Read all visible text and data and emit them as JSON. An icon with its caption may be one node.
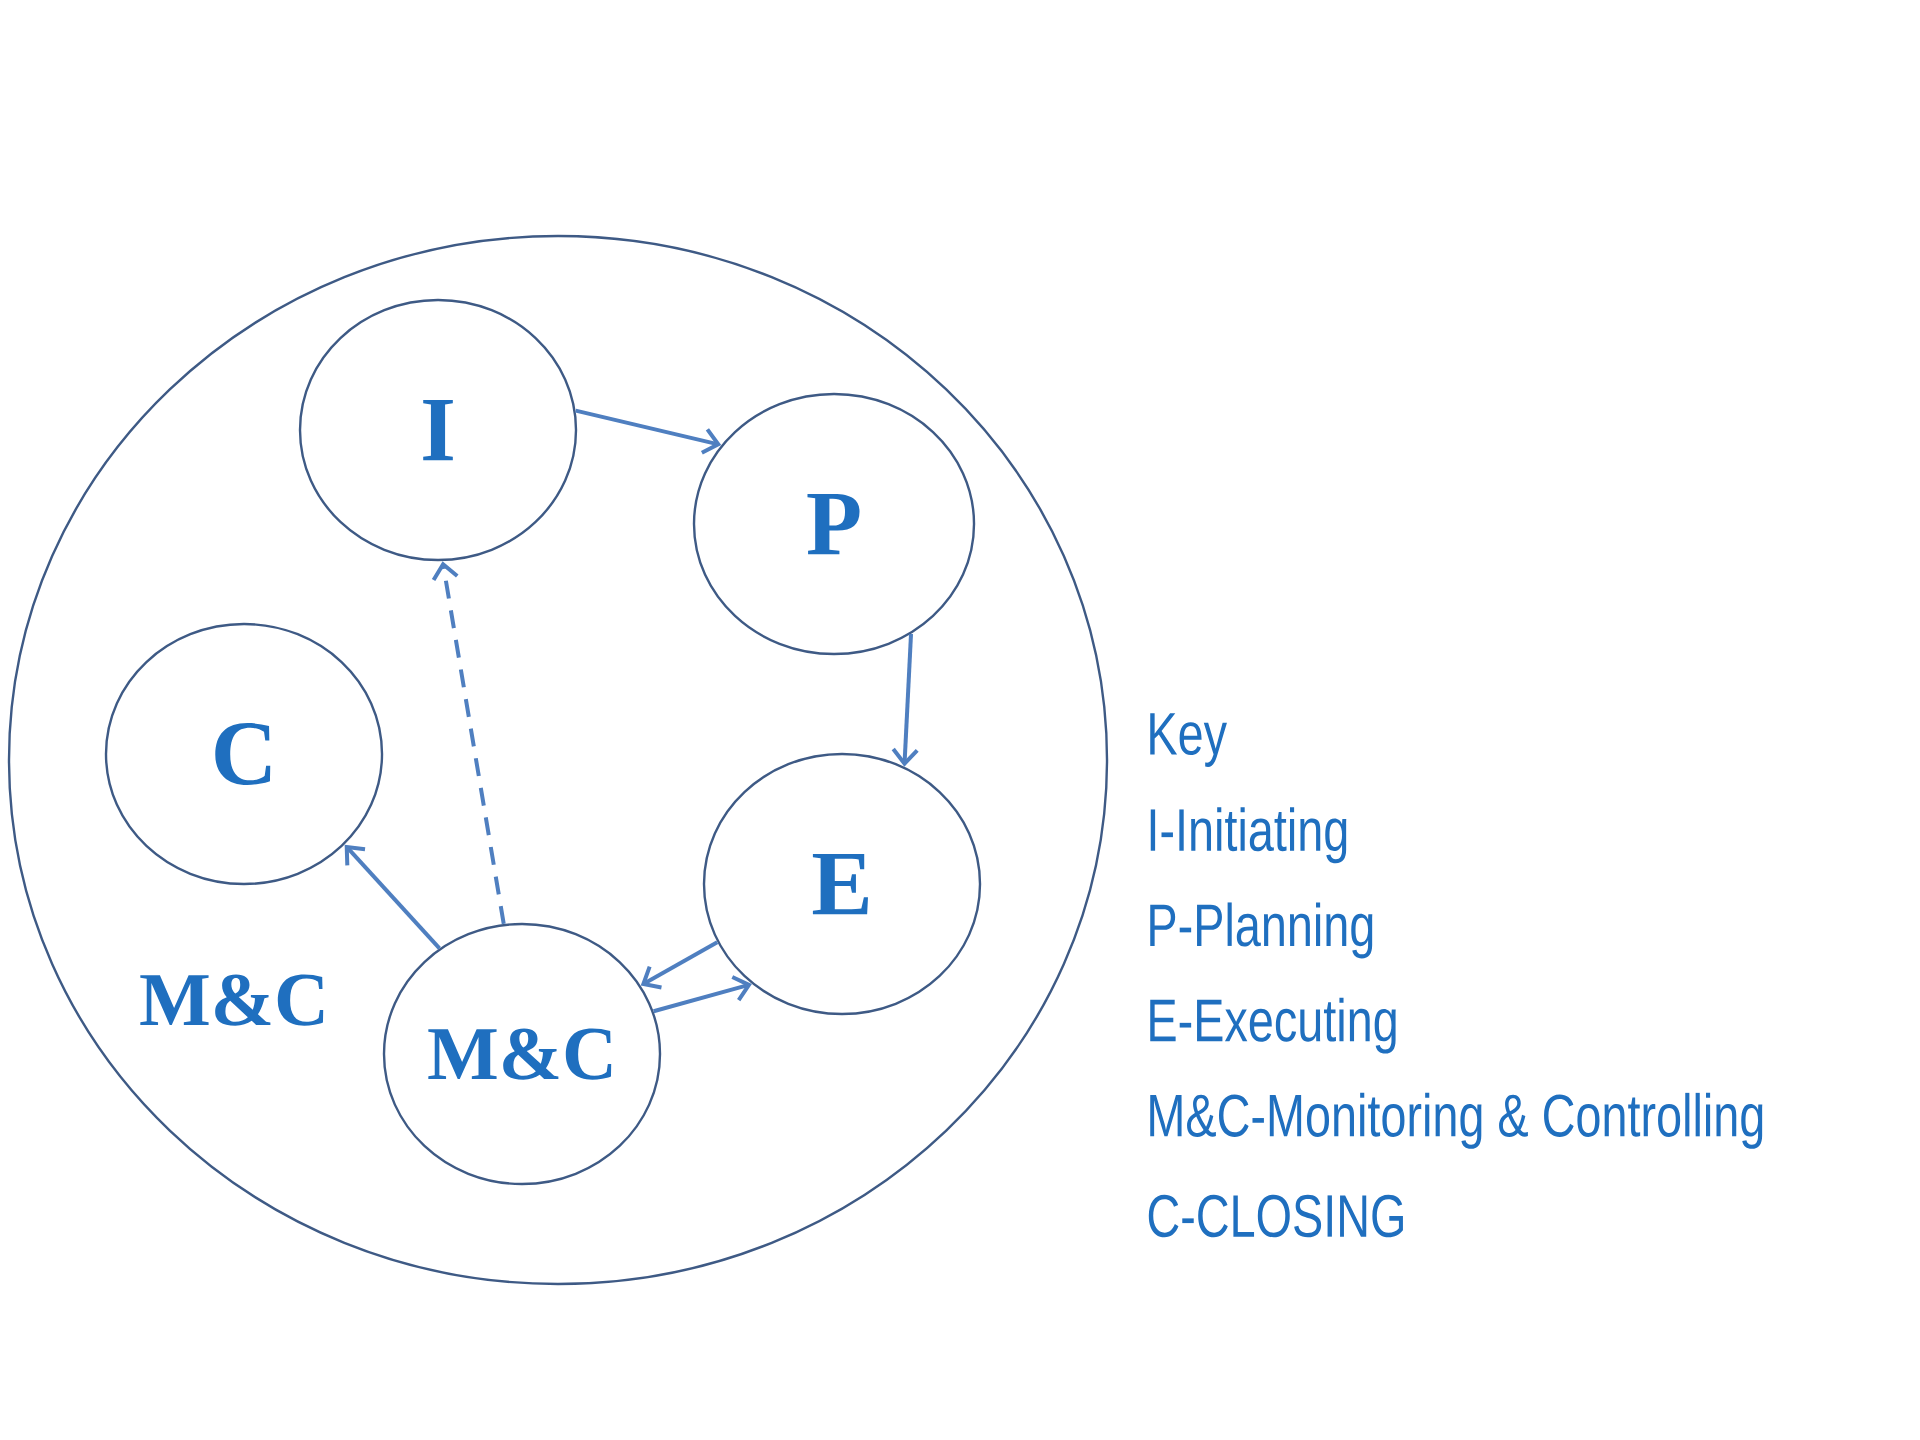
{
  "diagram": {
    "nodes": [
      {
        "text": [],
        "shape": "circle"
      },
      {
        "text": [
          "I"
        ],
        "in": 0
      },
      {
        "text": [
          "P"
        ],
        "in": 0
      },
      {
        "text": [
          "E"
        ],
        "in": 0
      },
      {
        "text": [
          "M&C"
        ],
        "in": 0
      },
      {
        "text": [
          "C"
        ],
        "in": 0
      }
    ],
    "edges": [
      {
        "from": 1,
        "to": 2,
        "arrow": "to"
      },
      {
        "from": 2,
        "to": 3,
        "arrow": "to"
      },
      {
        "from": 3,
        "to": 4,
        "arrow": "to"
      },
      {
        "from": 4,
        "to": 3,
        "arrow": "to"
      },
      {
        "from": 4,
        "to": 5,
        "arrow": "to"
      },
      {
        "from": 4,
        "to": 1,
        "arrow": "to",
        "style": "dashed"
      }
    ],
    "labels": [
      "M&C",
      "Key",
      "I-Initiating",
      "P-Planning",
      "E-Executing",
      "M&C-Monitoring & Controlling",
      "C-CLOSING"
    ]
  }
}
